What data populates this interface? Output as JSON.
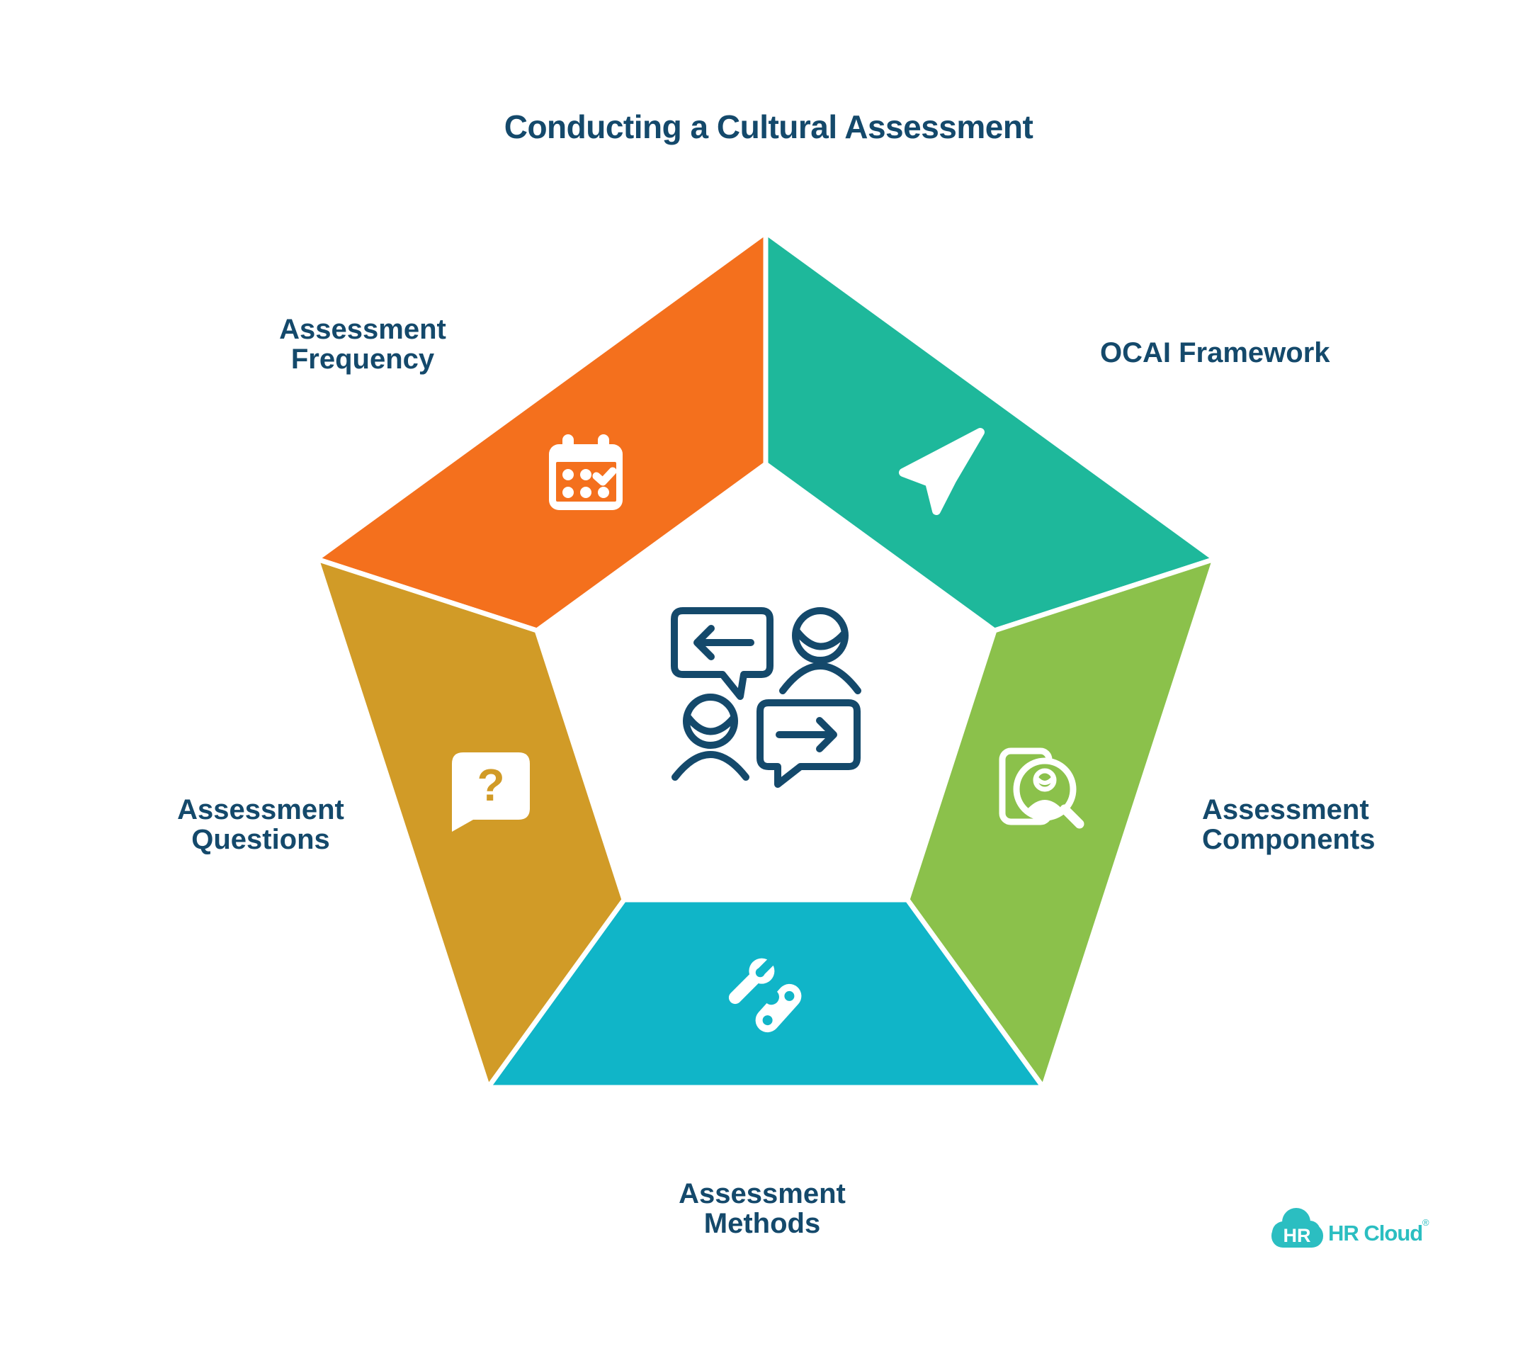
{
  "title": "Conducting a Cultural Assessment",
  "colors": {
    "navy": "#14496B",
    "white": "#FFFFFF",
    "logo_teal": "#2BBEC1"
  },
  "segments": [
    {
      "name": "assessment-frequency",
      "label_lines": [
        "Assessment",
        "Frequency"
      ],
      "color": "#F4701D",
      "icon": "calendar-check-icon"
    },
    {
      "name": "ocai-framework",
      "label_lines": [
        "OCAI Framework"
      ],
      "color": "#1EB89B",
      "icon": "paper-plane-icon"
    },
    {
      "name": "assessment-components",
      "label_lines": [
        "Assessment",
        "Components"
      ],
      "color": "#8BC14B",
      "icon": "profile-search-icon"
    },
    {
      "name": "assessment-methods",
      "label_lines": [
        "Assessment",
        "Methods"
      ],
      "color": "#10B5C8",
      "icon": "tools-icon"
    },
    {
      "name": "assessment-questions",
      "label_lines": [
        "Assessment",
        "Questions"
      ],
      "color": "#D19B27",
      "icon": "question-bubble-icon"
    }
  ],
  "center_icon": "conversation-exchange-icon",
  "icons": {
    "question_glyph": "?"
  },
  "logo": {
    "badge": "HR",
    "text": "HR Cloud",
    "mark": "®"
  }
}
